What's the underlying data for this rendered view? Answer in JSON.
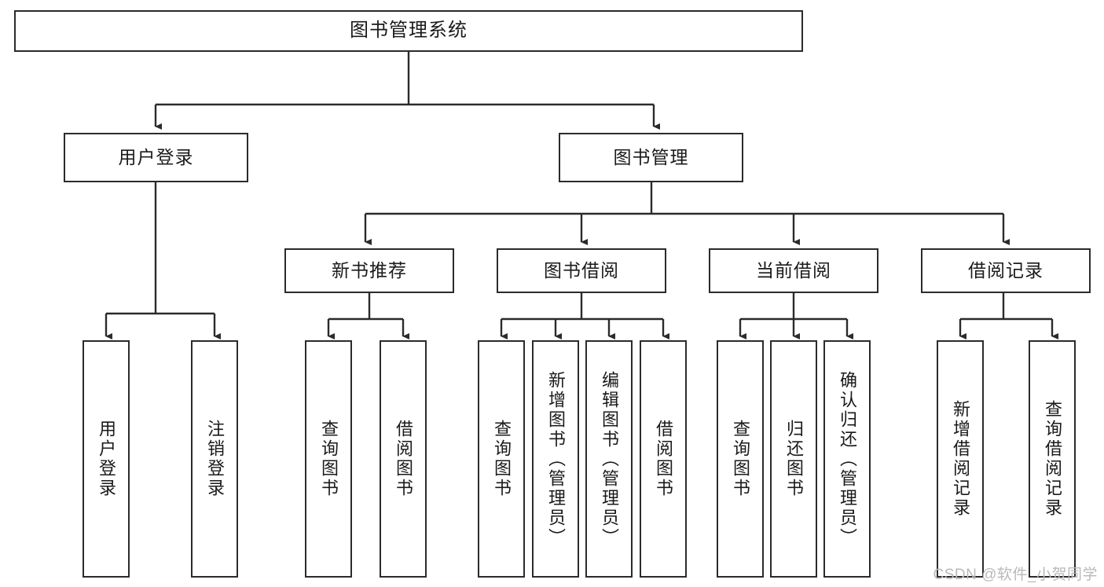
{
  "diagram": {
    "title": "图书管理系统",
    "type": "tree-hierarchy",
    "watermark": "CSDN @软件_小贺同学",
    "colors": {
      "stroke": "#2b2b2b",
      "fill": "#ffffff",
      "text": "#1a1a1a",
      "watermark": "#b9b9b9"
    },
    "levels": {
      "root": {
        "label": "图书管理系统"
      },
      "level2": [
        {
          "id": "user-login",
          "label": "用户登录"
        },
        {
          "id": "book-manage",
          "label": "图书管理"
        }
      ],
      "level3": [
        {
          "id": "new-book-recommend",
          "label": "新书推荐",
          "parent": "book-manage"
        },
        {
          "id": "book-borrow",
          "label": "图书借阅",
          "parent": "book-manage"
        },
        {
          "id": "current-borrow",
          "label": "当前借阅",
          "parent": "book-manage"
        },
        {
          "id": "borrow-record",
          "label": "借阅记录",
          "parent": "book-manage"
        }
      ],
      "leaves": [
        {
          "id": "leaf-user-login",
          "label": "用户登录",
          "parent": "user-login"
        },
        {
          "id": "leaf-logout",
          "label": "注销登录",
          "parent": "user-login"
        },
        {
          "id": "leaf-query-book-1",
          "label": "查询图书",
          "parent": "new-book-recommend"
        },
        {
          "id": "leaf-borrow-book-1",
          "label": "借阅图书",
          "parent": "new-book-recommend"
        },
        {
          "id": "leaf-query-book-2",
          "label": "查询图书",
          "parent": "book-borrow"
        },
        {
          "id": "leaf-add-book",
          "label": "新增图书（管理员）",
          "parent": "book-borrow"
        },
        {
          "id": "leaf-edit-book",
          "label": "编辑图书（管理员）",
          "parent": "book-borrow"
        },
        {
          "id": "leaf-borrow-book-2",
          "label": "借阅图书",
          "parent": "book-borrow"
        },
        {
          "id": "leaf-query-book-3",
          "label": "查询图书",
          "parent": "current-borrow"
        },
        {
          "id": "leaf-return-book",
          "label": "归还图书",
          "parent": "current-borrow"
        },
        {
          "id": "leaf-confirm-return",
          "label": "确认归还（管理员）",
          "parent": "current-borrow"
        },
        {
          "id": "leaf-add-record",
          "label": "新增借阅记录",
          "parent": "borrow-record"
        },
        {
          "id": "leaf-query-record",
          "label": "查询借阅记录",
          "parent": "borrow-record"
        }
      ]
    }
  }
}
